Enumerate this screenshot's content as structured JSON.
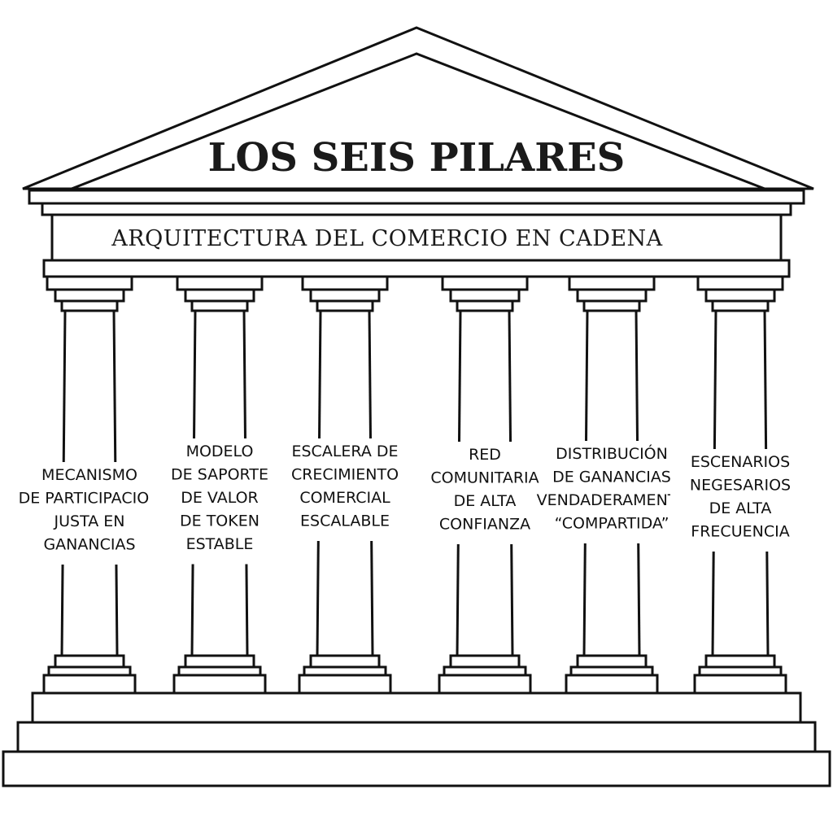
{
  "temple": {
    "title": "LOS SEIS PILARES",
    "subtitle": "ARQUITECTURA DEL COMERCIO EN CADENA"
  },
  "pillars": [
    {
      "lines": [
        "MECANISMO",
        "DE PARTICIPACION",
        "JUSTA EN",
        "GANANCIAS"
      ]
    },
    {
      "lines": [
        "MODELO",
        "DE SAPORTE",
        "DE VALOR",
        "DE TOKEN",
        "ESTABLE"
      ]
    },
    {
      "lines": [
        "ESCALERA DE",
        "CRECIMIENTO",
        "COMERCIAL",
        "ESCALABLE"
      ]
    },
    {
      "lines": [
        "RED",
        "COMUNITARIA",
        "DE ALTA",
        "CONFIANZA"
      ]
    },
    {
      "lines": [
        "DISTRIBUCIÓN",
        "DE GANANCIAS",
        "VENDADERAMENTE",
        "“COMPARTIDA”"
      ]
    },
    {
      "lines": [
        "ESCENARIOS",
        "NEGESARIOS",
        "DE ALTA",
        "FRECUENCIA"
      ]
    }
  ],
  "colors": {
    "ink": "#111111",
    "background": "#ffffff"
  }
}
